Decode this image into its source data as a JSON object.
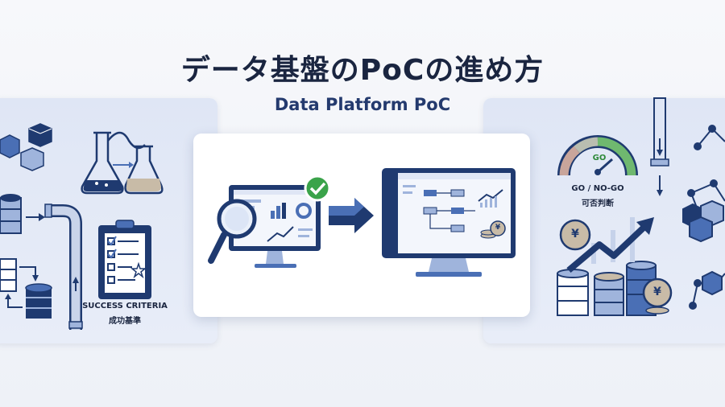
{
  "header": {
    "title": "データ基盤のPoCの進め方",
    "subtitle": "Data Platform PoC"
  },
  "left_panel": {
    "criteria_label": "SUCCESS CRITERIA",
    "criteria_label_jp": "成功基準"
  },
  "right_panel": {
    "gauge_label": "GO",
    "decision_label": "GO / NO-GO",
    "decision_label_jp": "可否判断",
    "currency_symbol": "¥"
  },
  "colors": {
    "navy": "#1f3a70",
    "mid_blue": "#4a6fb5",
    "light_blue": "#9fb4dc",
    "green": "#3aa34a",
    "gauge_red": "#c9a59b",
    "gauge_gray": "#b9bdb0"
  },
  "icons": [
    "cubes-icon",
    "flask-icon",
    "database-icon",
    "pipe-icon",
    "clipboard-checklist-icon",
    "magnifier-icon",
    "monitor-icon",
    "check-icon",
    "arrow-right-icon",
    "gauge-icon",
    "network-icon",
    "coin-stack-icon",
    "trend-arrow-icon"
  ]
}
